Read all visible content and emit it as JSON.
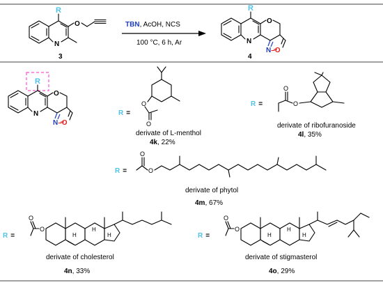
{
  "colors": {
    "r_group": "#4fc3e8",
    "nitrogen_accent": "#1f3fbf",
    "oxygen_accent": "#e0201f",
    "highlight_box": "#ff4fd8",
    "rule": "#000000"
  },
  "reaction": {
    "reactant_r": "R",
    "reactant_n": "N",
    "reactant_o": "O",
    "reactant_number": "3",
    "reagent_tbn": "TBN",
    "reagent_rest": ", AcOH, NCS",
    "conditions": "100 °C, 6 h, Ar",
    "product_r": "R",
    "product_n": "N",
    "product_o": "O",
    "product_isoxazole_n": "N",
    "product_isoxazole_sep": "–",
    "product_isoxazole_o": "O",
    "product_number": "4"
  },
  "scope": {
    "core_r": "R",
    "core_o": "O",
    "core_n": "N",
    "core_isoxazole_n": "N",
    "core_isoxazole_sep": "–",
    "core_isoxazole_o": "O",
    "items": [
      {
        "r_label": "R",
        "equals": "=",
        "atom_o1": "O",
        "atom_o2": "O",
        "caption": "derivate of L-menthol",
        "compound": "4k",
        "yield": ", 22%"
      },
      {
        "r_label": "R",
        "equals": "=",
        "atom_o1": "O",
        "atom_o2": "O",
        "caption": "derivate of ribofuranoside",
        "compound": "4l",
        "yield": ", 35%"
      },
      {
        "r_label": "R",
        "equals": "=",
        "atom_o1": "O",
        "atom_o2": "O",
        "caption": "derivate of phytol",
        "compound": "4m",
        "yield": ", 67%"
      },
      {
        "r_label": "R",
        "equals": "=",
        "atom_o1": "O",
        "atom_o2": "O",
        "caption": "derivate of cholesterol",
        "compound": "4n",
        "yield": ", 33%"
      },
      {
        "r_label": "R",
        "equals": "=",
        "atom_o1": "O",
        "atom_o2": "O",
        "caption": "derivate of stigmasterol",
        "compound": "4o",
        "yield": ", 29%"
      }
    ],
    "stereo_h": "H"
  }
}
